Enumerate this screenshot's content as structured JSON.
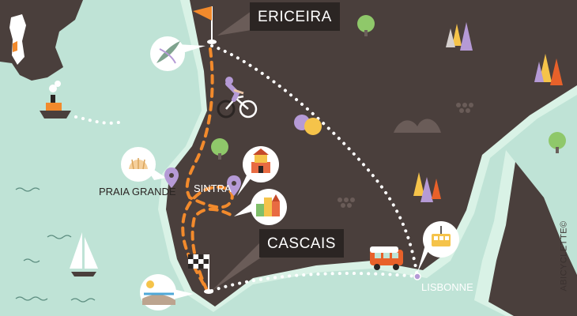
{
  "map": {
    "labels": {
      "ericeira": "ERICEIRA",
      "cascais": "CASCAIS",
      "sintra": "SINTRA",
      "praia_grande": "PRAIA GRANDE",
      "lisbonne": "LISBONNE"
    },
    "credit": "ABICYCLETTE©",
    "colors": {
      "sea": "#bfe3d6",
      "land": "#4a3f3c",
      "route": "#ffffff",
      "bike_route": "#f28a2c",
      "marker": "#b59ad6",
      "label_bg": "#2b2523"
    },
    "icons": [
      "start-flag-icon",
      "finish-flag-icon",
      "cyclist-icon",
      "boat-icon",
      "sailboat-icon",
      "van-icon",
      "shell-icon",
      "palace-icon",
      "houses-icon",
      "tram-icon",
      "beach-icon",
      "surf-icon",
      "tree-icon",
      "location-pin-icon",
      "iberia-inset-icon"
    ]
  }
}
